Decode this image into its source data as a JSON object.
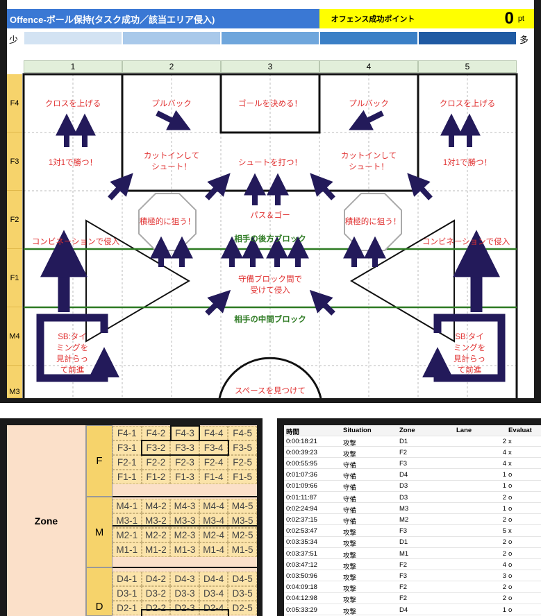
{
  "header": {
    "title": "Offence-ボール保持(タスク成功／該当エリア侵入)",
    "points_label": "オフェンス成功ポイント",
    "points_value": "0",
    "points_unit": "pt",
    "scale_low": "少",
    "scale_high": "多",
    "colors": {
      "title_bg": "#3a78d4",
      "points_bg": "#ffff00"
    }
  },
  "scale_colors": [
    "#d3e3f3",
    "#a9c9ea",
    "#6fa6dc",
    "#3a7fc6",
    "#1f5aa3"
  ],
  "columns": [
    "1",
    "2",
    "3",
    "4",
    "5"
  ],
  "rows": [
    "F4",
    "F3",
    "F2",
    "F1",
    "M4",
    "M3"
  ],
  "field_labels": {
    "f4_c1": "クロスを上げる",
    "f4_c2": "プルバック",
    "f4_c3": "ゴールを決める！",
    "f4_c4": "プルバック",
    "f4_c5": "クロスを上げる",
    "f3_c1": "1対1で勝つ！",
    "f3_c2": "カットインして\nシュート！",
    "f3_c3": "シュートを打つ！",
    "f3_c4": "カットインして\nシュート！",
    "f3_c5": "1対1で勝つ！",
    "f2_c2": "積極的に狙う！",
    "f2_c3": "パス＆ゴー",
    "f2_c4": "積極的に狙う！",
    "combo_left": "コンビネーションで侵入",
    "combo_right": "コンビネーションで侵入",
    "back_block": "相手の後方ブロック",
    "between": "守備ブロック間で\n受けて侵入",
    "mid_block": "相手の中間ブロック",
    "sb_left": "SB:タイ\nミングを\n見計らっ\nて前進",
    "sb_right": "SB:タイ\nミングを\n見計らっ\nて前進",
    "space": "スペースを見つけて"
  },
  "zone_map": {
    "title": "Zone",
    "groups": [
      "F",
      "M",
      "D"
    ],
    "rows": [
      [
        "F4-1",
        "F4-2",
        "F4-3",
        "F4-4",
        "F4-5"
      ],
      [
        "F3-1",
        "F3-2",
        "F3-3",
        "F3-4",
        "F3-5"
      ],
      [
        "F2-1",
        "F2-2",
        "F2-3",
        "F2-4",
        "F2-5"
      ],
      [
        "F1-1",
        "F1-2",
        "F1-3",
        "F1-4",
        "F1-5"
      ],
      [
        "M4-1",
        "M4-2",
        "M4-3",
        "M4-4",
        "M4-5"
      ],
      [
        "M3-1",
        "M3-2",
        "M3-3",
        "M3-4",
        "M3-5"
      ],
      [
        "M2-1",
        "M2-2",
        "M2-3",
        "M2-4",
        "M2-5"
      ],
      [
        "M1-1",
        "M1-2",
        "M1-3",
        "M1-4",
        "M1-5"
      ],
      [
        "D4-1",
        "D4-2",
        "D4-3",
        "D4-4",
        "D4-5"
      ],
      [
        "D3-1",
        "D3-2",
        "D3-3",
        "D3-4",
        "D3-5"
      ],
      [
        "D2-1",
        "D2-2",
        "D2-3",
        "D2-4",
        "D2-5"
      ]
    ]
  },
  "log": {
    "headers": [
      "時間",
      "Situation",
      "Zone",
      "Lane",
      "Evaluat"
    ],
    "rows": [
      [
        "0:00:18:21",
        "攻撃",
        "D1",
        "2",
        "x"
      ],
      [
        "0:00:39:23",
        "攻撃",
        "F2",
        "4",
        "x"
      ],
      [
        "0:00:55:95",
        "守備",
        "F3",
        "4",
        "x"
      ],
      [
        "0:01:07:36",
        "守備",
        "D4",
        "1",
        "o"
      ],
      [
        "0:01:09:66",
        "守備",
        "D3",
        "1",
        "o"
      ],
      [
        "0:01:11:87",
        "守備",
        "D3",
        "2",
        "o"
      ],
      [
        "0:02:24:94",
        "守備",
        "M3",
        "1",
        "o"
      ],
      [
        "0:02:37:15",
        "守備",
        "M2",
        "2",
        "o"
      ],
      [
        "0:02:53:47",
        "攻撃",
        "F3",
        "5",
        "x"
      ],
      [
        "0:03:35:34",
        "攻撃",
        "D1",
        "2",
        "o"
      ],
      [
        "0:03:37:51",
        "攻撃",
        "M1",
        "2",
        "o"
      ],
      [
        "0:03:47:12",
        "攻撃",
        "F2",
        "4",
        "o"
      ],
      [
        "0:03:50:96",
        "攻撃",
        "F3",
        "3",
        "o"
      ],
      [
        "0:04:09:18",
        "攻撃",
        "F2",
        "2",
        "o"
      ],
      [
        "0:04:12:98",
        "攻撃",
        "F2",
        "2",
        "o"
      ],
      [
        "0:05:33:29",
        "攻撃",
        "D4",
        "1",
        "o"
      ]
    ]
  }
}
